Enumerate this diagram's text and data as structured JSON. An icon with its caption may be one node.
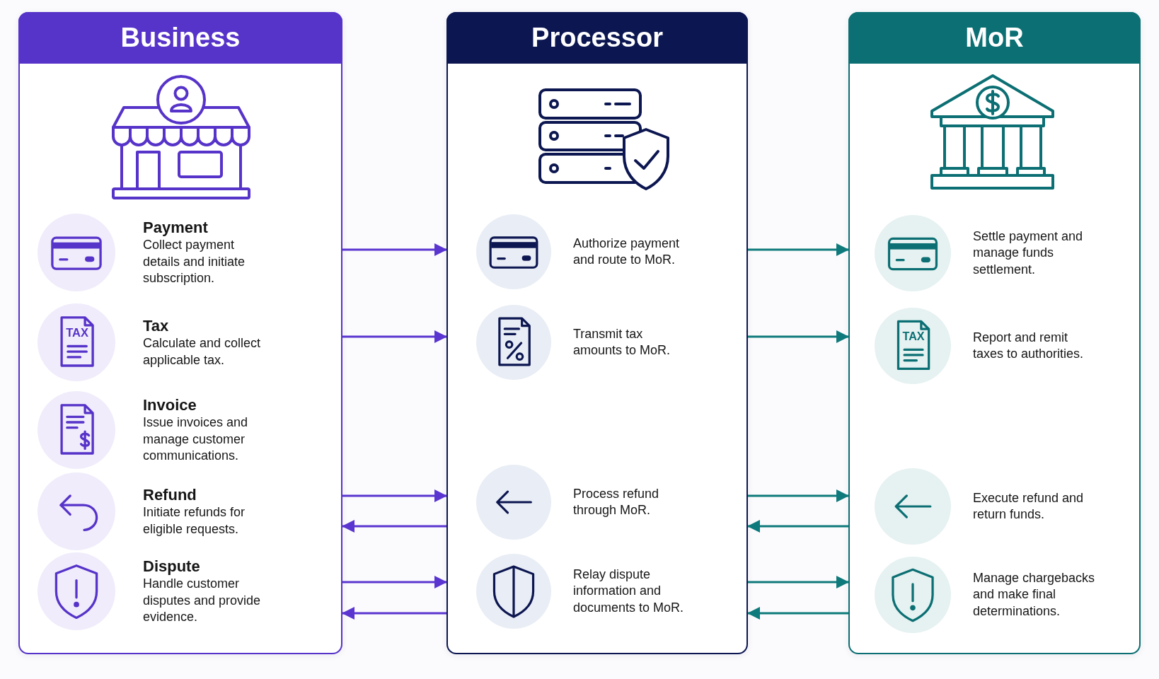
{
  "diagram": {
    "nodes": [
      {
        "text": [
          "Business"
        ]
      },
      {
        "text": [
          "Payment",
          "Collect payment details and initiate subscription."
        ],
        "in": 0
      },
      {
        "text": [
          "Tax",
          "Calculate and collect applicable tax."
        ],
        "in": 0
      },
      {
        "text": [
          "Invoice",
          "Issue invoices and manage customer communications."
        ],
        "in": 0
      },
      {
        "text": [
          "Refund",
          "Initiate refunds for eligible requests."
        ],
        "in": 0
      },
      {
        "text": [
          "Dispute",
          "Handle customer disputes and provide evidence."
        ],
        "in": 0
      },
      {
        "text": [
          "Processor"
        ]
      },
      {
        "text": [
          "Authorize payment and route to MoR."
        ],
        "in": 6
      },
      {
        "text": [
          "Transmit tax amounts to MoR."
        ],
        "in": 6
      },
      {
        "text": [
          "Process refund through MoR."
        ],
        "in": 6
      },
      {
        "text": [
          "Relay dispute information and documents to MoR."
        ],
        "in": 6
      },
      {
        "text": [
          "MoR"
        ]
      },
      {
        "text": [
          "Settle payment and manage funds settlement."
        ],
        "in": 11
      },
      {
        "text": [
          "Report and remit taxes to authorities."
        ],
        "in": 11
      },
      {
        "text": [
          "Execute refund and return funds."
        ],
        "in": 11
      },
      {
        "text": [
          "Manage chargebacks and make final determinations."
        ],
        "in": 11
      }
    ],
    "edges": [
      {
        "from": 0,
        "to": 6,
        "arrow": "to",
        "color": "#5a35d0"
      },
      {
        "from": 0,
        "to": 6,
        "arrow": "to",
        "color": "#5a35d0"
      },
      {
        "from": 0,
        "to": 6,
        "arrow": "to",
        "color": "#5a35d0"
      },
      {
        "from": 6,
        "to": 0,
        "arrow": "to",
        "color": "#5a35d0"
      },
      {
        "from": 0,
        "to": 6,
        "arrow": "to",
        "color": "#5a35d0"
      },
      {
        "from": 6,
        "to": 0,
        "arrow": "to",
        "color": "#5a35d0"
      },
      {
        "from": 6,
        "to": 11,
        "arrow": "to",
        "color": "#0e7a7b"
      },
      {
        "from": 6,
        "to": 11,
        "arrow": "to",
        "color": "#0e7a7b"
      },
      {
        "from": 6,
        "to": 11,
        "arrow": "to",
        "color": "#0e7a7b"
      },
      {
        "from": 11,
        "to": 6,
        "arrow": "to",
        "color": "#0e7a7b"
      },
      {
        "from": 6,
        "to": 11,
        "arrow": "to",
        "color": "#0e7a7b"
      },
      {
        "from": 11,
        "to": 6,
        "arrow": "to",
        "color": "#0e7a7b"
      }
    ],
    "labels": [
      "TAX",
      "TAX"
    ]
  }
}
